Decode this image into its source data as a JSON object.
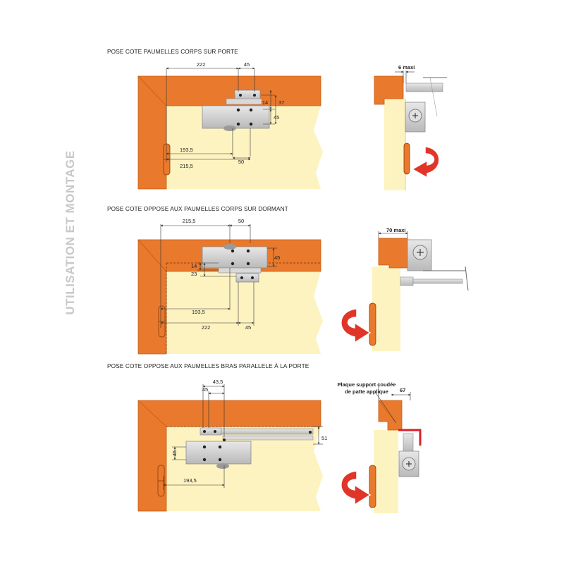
{
  "side_title": "UTILISATION ET MONTAGE",
  "colors": {
    "frame_orange": "#e9792c",
    "frame_edge": "#c45a12",
    "door_cream": "#fdf3c0",
    "body_grey": "#cfcfcf",
    "dim_line": "#333333",
    "arrow_red": "#e2352a",
    "plate_red": "#d8202a"
  },
  "sections": [
    {
      "title": "POSE COTE PAUMELLES CORPS SUR PORTE",
      "dims": [
        "222",
        "45",
        "14",
        "37",
        "45",
        "193,5",
        "215,5",
        "50"
      ],
      "side_label": "6 maxi"
    },
    {
      "title": "POSE COTE OPPOSE AUX PAUMELLES CORPS SUR DORMANT",
      "dims": [
        "215,5",
        "50",
        "45",
        "14",
        "23",
        "193,5",
        "222",
        "45"
      ],
      "side_label": "70 maxi"
    },
    {
      "title": "POSE COTE OPPOSE AUX PAUMELLES BRAS PARALLELE À LA PORTE",
      "dims": [
        "43,5",
        "45",
        "51",
        "45",
        "193,5"
      ],
      "side_label": "67",
      "plate_label_line1": "Plaque support coudée",
      "plate_label_line2": "de patte applique"
    }
  ]
}
